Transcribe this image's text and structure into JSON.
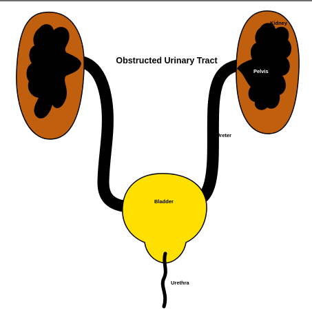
{
  "title": "Obstructed Urinary Tract",
  "labels": {
    "kidney": "Kidney",
    "pelvis": "Pelvis",
    "ureter": "Ureter",
    "bladder": "Bladder",
    "urethra": "Urethra"
  },
  "colors": {
    "kidney": "#c0600e",
    "pelvis": "#000000",
    "bladder": "#ffe000",
    "outline": "#000000",
    "background": "#ffffff"
  }
}
